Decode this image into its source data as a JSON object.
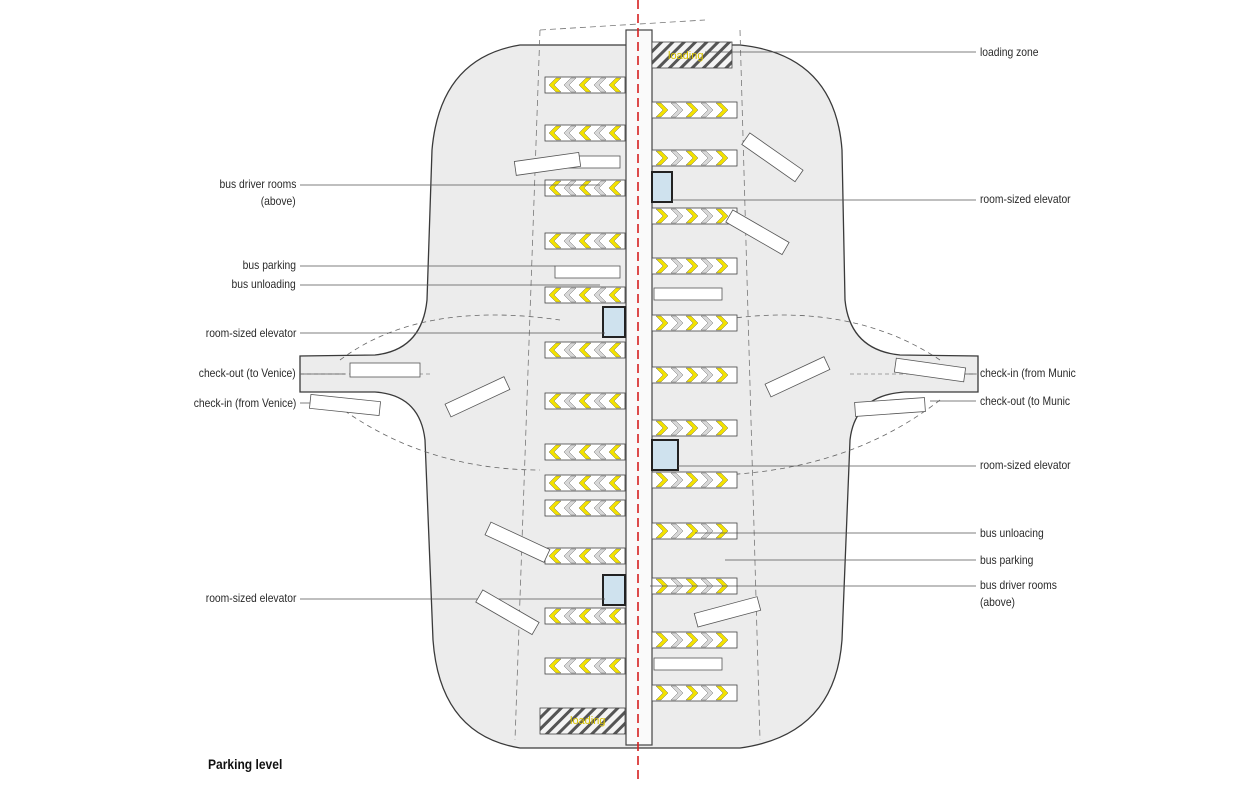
{
  "title": "Parking level",
  "labels_left": [
    {
      "id": "bus-driver-rooms-left-1",
      "text": "bus driver rooms"
    },
    {
      "id": "bus-driver-rooms-left-2",
      "text": "(above)"
    },
    {
      "id": "bus-parking-left",
      "text": "bus parking"
    },
    {
      "id": "bus-unloading-left",
      "text": "bus unloading"
    },
    {
      "id": "elevator-left-1",
      "text": "room-sized elevator"
    },
    {
      "id": "checkout-venice",
      "text": "check-out (to Venice)"
    },
    {
      "id": "checkin-venice",
      "text": "check-in (from Venice)"
    },
    {
      "id": "elevator-left-2",
      "text": "room-sized elevator"
    }
  ],
  "labels_right": [
    {
      "id": "loading-zone",
      "text": "loading zone"
    },
    {
      "id": "elevator-right-1",
      "text": "room-sized elevator"
    },
    {
      "id": "checkin-munich",
      "text": "check-in (from Munic"
    },
    {
      "id": "checkout-munich",
      "text": "check-out  (to Munic"
    },
    {
      "id": "elevator-right-2",
      "text": "room-sized elevator"
    },
    {
      "id": "bus-unloading-right",
      "text": "bus unloacing"
    },
    {
      "id": "bus-parking-right",
      "text": "bus parking"
    },
    {
      "id": "bus-driver-rooms-right-1",
      "text": "bus driver rooms"
    },
    {
      "id": "bus-driver-rooms-right-2",
      "text": "(above)"
    }
  ],
  "zone_labels": {
    "top": "loading",
    "bottom": "loading"
  },
  "colors": {
    "chevron": "#f2e100",
    "floor": "#ececec",
    "centerline": "#d62020",
    "line": "#333333"
  }
}
